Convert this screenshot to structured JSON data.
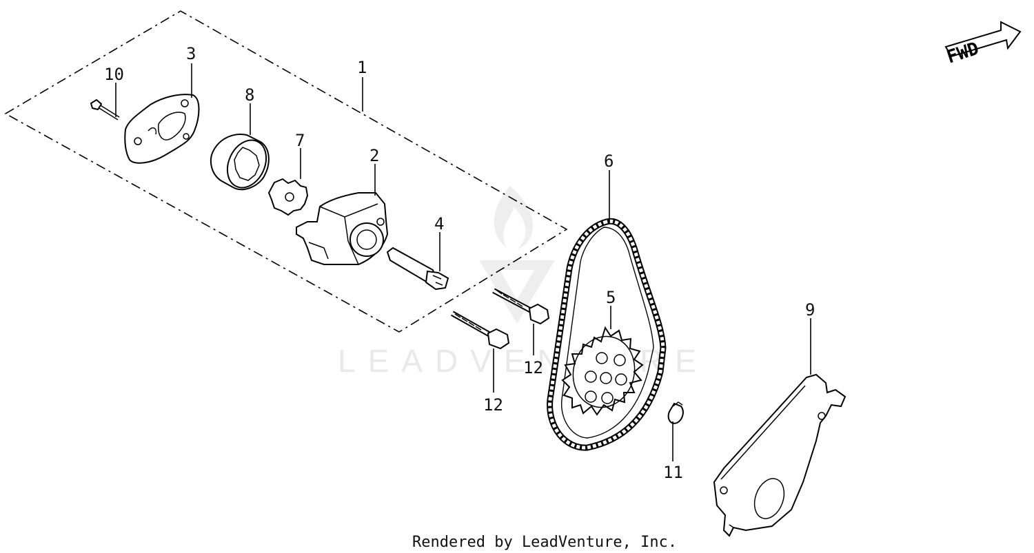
{
  "diagram": {
    "direction_label": "FWD",
    "footer": "Rendered by LeadVenture, Inc.",
    "watermark": "LEADVENTURE",
    "callouts": {
      "n1": "1",
      "n2": "2",
      "n3": "3",
      "n4": "4",
      "n5": "5",
      "n6": "6",
      "n7": "7",
      "n8": "8",
      "n9": "9",
      "n10": "10",
      "n11": "11",
      "n12a": "12",
      "n12b": "12"
    }
  }
}
